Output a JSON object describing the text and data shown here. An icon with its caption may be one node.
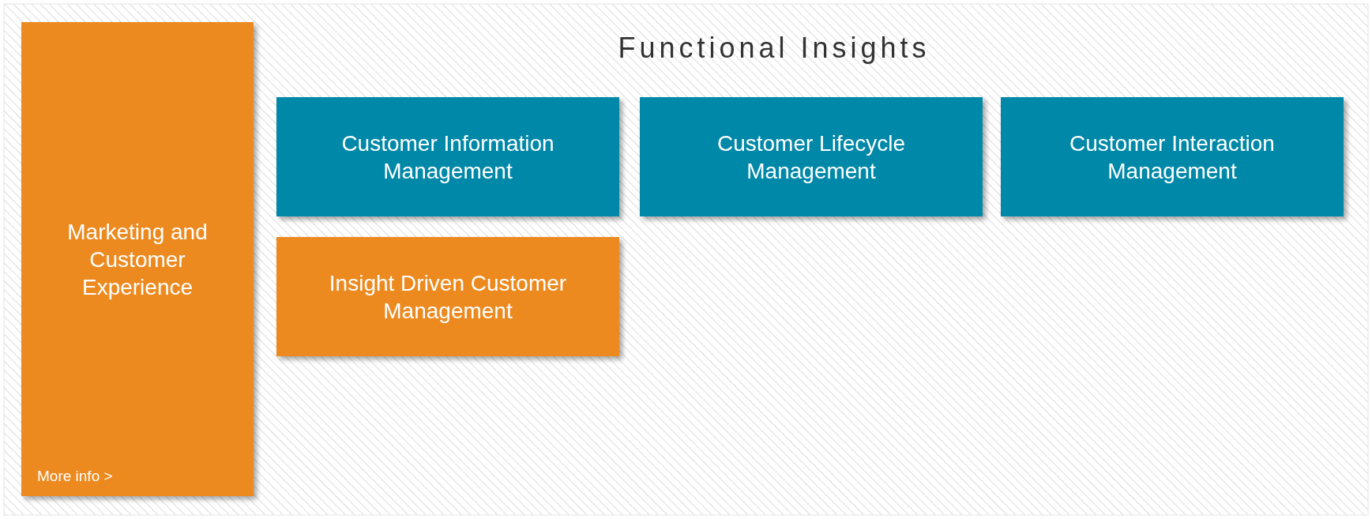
{
  "diagram": {
    "title": "Functional Insights",
    "nodes": [
      {
        "text": [
          "Marketing and Customer Experience",
          "More info >"
        ]
      },
      {
        "text": [
          "Customer Information Management"
        ]
      },
      {
        "text": [
          "Customer Lifecycle Management"
        ]
      },
      {
        "text": [
          "Customer Interaction Management"
        ]
      },
      {
        "text": [
          "Insight Driven Customer Management"
        ]
      }
    ],
    "edges": []
  }
}
